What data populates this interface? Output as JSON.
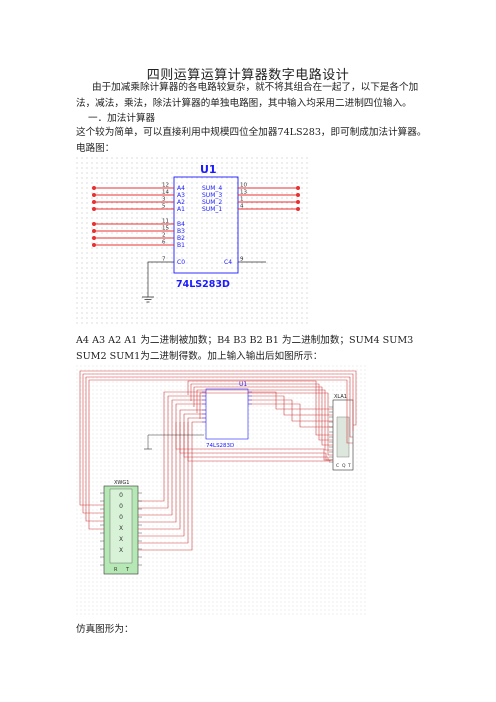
{
  "doc": {
    "title": "四则运算运算计算器数字电路设计",
    "intro": "由于加减乘除计算器的各电路较复杂，就不将其组合在一起了，以下是各个加法，减法，乘法，除法计算器的单独电路图，其中输入均采用二进制四位输入。",
    "section1": "一．加法计算器",
    "section1_desc": "这个较为简单，可以直接利用中规模四位全加器74LS283，即可制成加法计算器。电路图：",
    "pins_desc": "A4 A3 A2 A1 为二进制被加数；B4 B3 B2 B1 为二进制加数；SUM4 SUM3 SUM2 SUM1为二进制得数。加上输入输出后如图所示：",
    "sim_label": "仿真图形为："
  },
  "fig1": {
    "chip_ref": "U1",
    "chip_part": "74LS283D",
    "left_pins": [
      {
        "name": "A4",
        "num": "12"
      },
      {
        "name": "A3",
        "num": "14"
      },
      {
        "name": "A2",
        "num": "3"
      },
      {
        "name": "A1",
        "num": "5"
      },
      {
        "name": "B4",
        "num": "11"
      },
      {
        "name": "B3",
        "num": "15"
      },
      {
        "name": "B2",
        "num": "2"
      },
      {
        "name": "B1",
        "num": "6"
      },
      {
        "name": "C0",
        "num": "7"
      }
    ],
    "right_pins": [
      {
        "name": "SUM_4",
        "num": "10"
      },
      {
        "name": "SUM_3",
        "num": "13"
      },
      {
        "name": "SUM_2",
        "num": "1"
      },
      {
        "name": "SUM_1",
        "num": "4"
      },
      {
        "name": "C4",
        "num": "9"
      }
    ],
    "wire_color": "#e83030",
    "chip_color": "#1a1aff"
  },
  "fig2": {
    "chip_ref": "U1",
    "chip_part": "74LS283D",
    "probe_ref": "XLA1",
    "gen_ref": "XWG1",
    "gen_rows": [
      "0",
      "0",
      "0",
      "X",
      "X",
      "X"
    ],
    "gen_bottom": [
      "R",
      "T"
    ],
    "probe_bottom": [
      "C",
      "Q",
      "T"
    ],
    "wire_color": "#d04040",
    "gen_fill": "#b6e8b6"
  }
}
